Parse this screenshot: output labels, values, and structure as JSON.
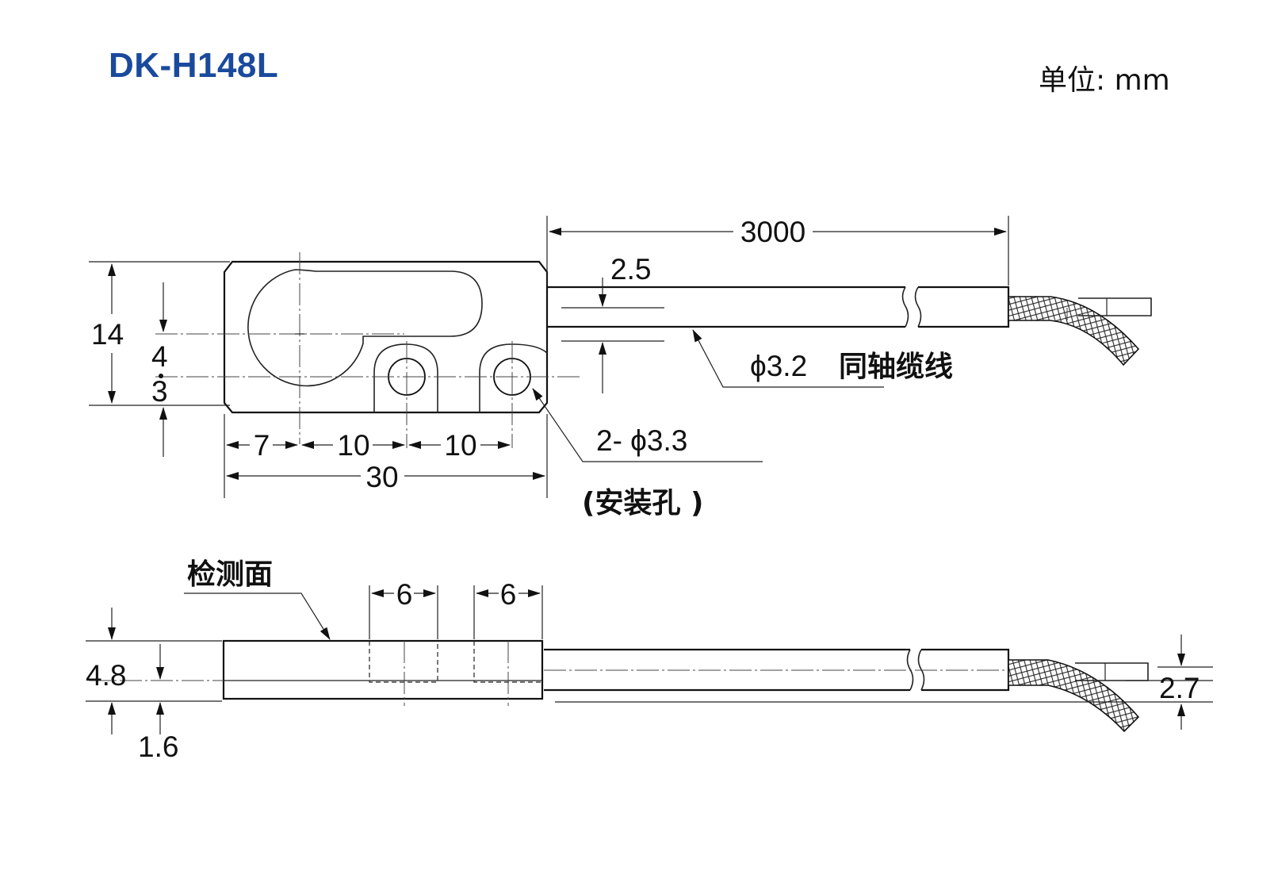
{
  "title": "DK-H148L",
  "unit_label": "单位: mm",
  "top_view": {
    "dims": {
      "cable_length": "3000",
      "cable_offset": "2.5",
      "height": "14",
      "hole_upper": "4",
      "hole_lower": "3",
      "seg1": "7",
      "seg2": "10",
      "seg3": "10",
      "total_width": "30",
      "holes": "2- ϕ3.3",
      "cable_dia": "ϕ3.2"
    },
    "labels": {
      "cable_type": "同轴缆线",
      "mount_holes": "(安装孔 )"
    }
  },
  "side_view": {
    "labels": {
      "sensing_face": "检测面"
    },
    "dims": {
      "slot1": "6",
      "slot2": "6",
      "thickness": "4.8",
      "bottom_offset": "1.6",
      "cable_height": "2.7"
    }
  }
}
